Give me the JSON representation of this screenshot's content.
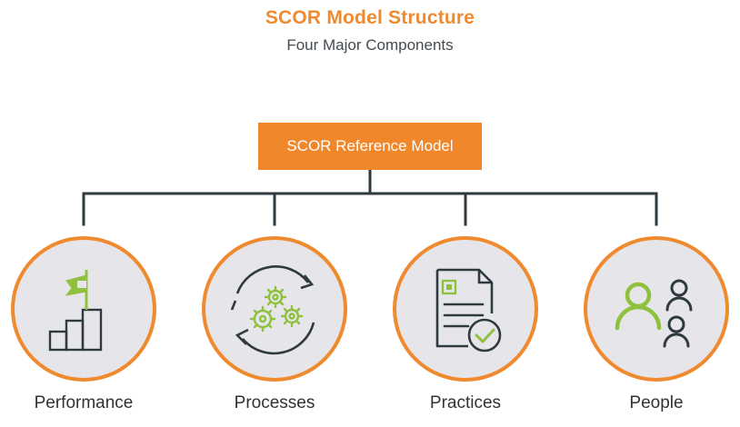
{
  "header": {
    "title": "SCOR Model Structure",
    "subtitle": "Four Major Components"
  },
  "root": {
    "label": "SCOR Reference Model"
  },
  "components": [
    {
      "label": "Performance",
      "icon": "podium-flag-icon"
    },
    {
      "label": "Processes",
      "icon": "gears-cycle-icon"
    },
    {
      "label": "Practices",
      "icon": "document-check-icon"
    },
    {
      "label": "People",
      "icon": "people-group-icon"
    }
  ],
  "colors": {
    "accent": "#ef8a2f",
    "green": "#8fc13e",
    "dark": "#2f3a40",
    "circle_fill": "#e6e6ea"
  }
}
